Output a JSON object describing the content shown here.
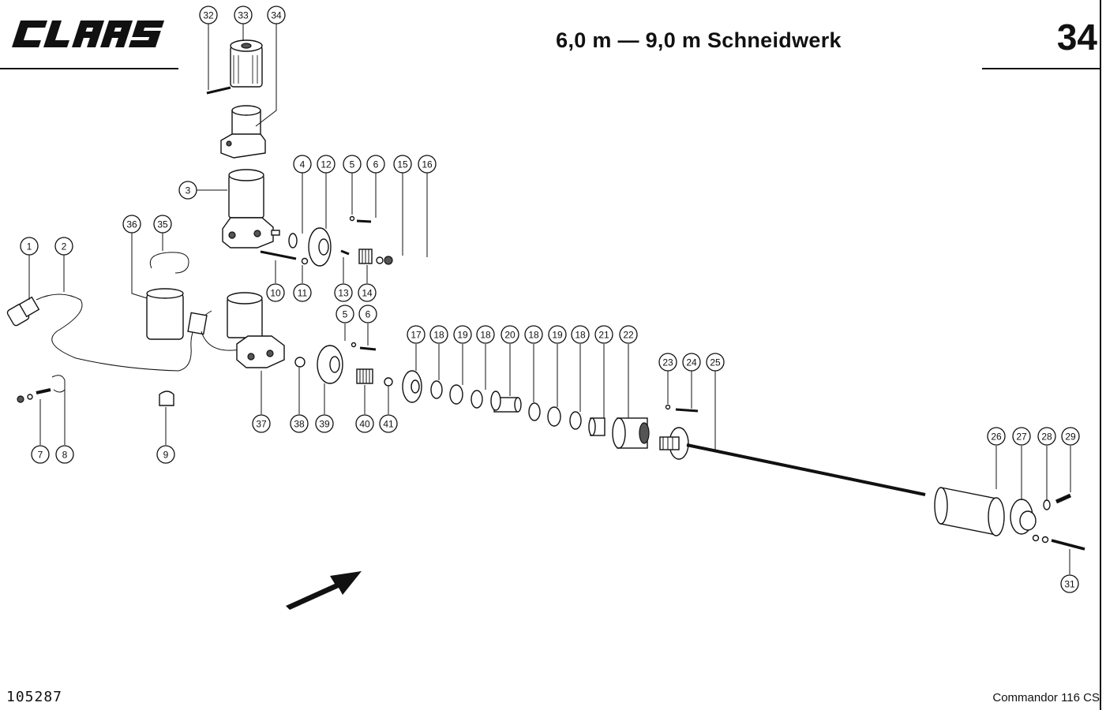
{
  "header": {
    "brand": "CLAAS",
    "title": "6,0 m — 9,0 m Schneidwerk",
    "page_number": "34"
  },
  "footer": {
    "drawing_number": "105287",
    "model": "Commandor 116 CS"
  },
  "callouts": [
    {
      "id": "c1",
      "label": "1"
    },
    {
      "id": "c2",
      "label": "2"
    },
    {
      "id": "c3",
      "label": "3"
    },
    {
      "id": "c4",
      "label": "4"
    },
    {
      "id": "c12",
      "label": "12"
    },
    {
      "id": "c5a",
      "label": "5"
    },
    {
      "id": "c6a",
      "label": "6"
    },
    {
      "id": "c15",
      "label": "15"
    },
    {
      "id": "c16",
      "label": "16"
    },
    {
      "id": "c32",
      "label": "32"
    },
    {
      "id": "c33",
      "label": "33"
    },
    {
      "id": "c34",
      "label": "34"
    },
    {
      "id": "c36",
      "label": "36"
    },
    {
      "id": "c35",
      "label": "35"
    },
    {
      "id": "c10",
      "label": "10"
    },
    {
      "id": "c11",
      "label": "11"
    },
    {
      "id": "c13",
      "label": "13"
    },
    {
      "id": "c14",
      "label": "14"
    },
    {
      "id": "c5b",
      "label": "5"
    },
    {
      "id": "c6b",
      "label": "6"
    },
    {
      "id": "c17",
      "label": "17"
    },
    {
      "id": "c18a",
      "label": "18"
    },
    {
      "id": "c19a",
      "label": "19"
    },
    {
      "id": "c18b",
      "label": "18"
    },
    {
      "id": "c20",
      "label": "20"
    },
    {
      "id": "c18c",
      "label": "18"
    },
    {
      "id": "c19b",
      "label": "19"
    },
    {
      "id": "c18d",
      "label": "18"
    },
    {
      "id": "c21",
      "label": "21"
    },
    {
      "id": "c22",
      "label": "22"
    },
    {
      "id": "c23",
      "label": "23"
    },
    {
      "id": "c24",
      "label": "24"
    },
    {
      "id": "c25",
      "label": "25"
    },
    {
      "id": "c37",
      "label": "37"
    },
    {
      "id": "c38",
      "label": "38"
    },
    {
      "id": "c39",
      "label": "39"
    },
    {
      "id": "c40",
      "label": "40"
    },
    {
      "id": "c41",
      "label": "41"
    },
    {
      "id": "c7",
      "label": "7"
    },
    {
      "id": "c8",
      "label": "8"
    },
    {
      "id": "c9",
      "label": "9"
    },
    {
      "id": "c26",
      "label": "26"
    },
    {
      "id": "c27",
      "label": "27"
    },
    {
      "id": "c28",
      "label": "28"
    },
    {
      "id": "c29",
      "label": "29"
    },
    {
      "id": "c31",
      "label": "31"
    }
  ]
}
